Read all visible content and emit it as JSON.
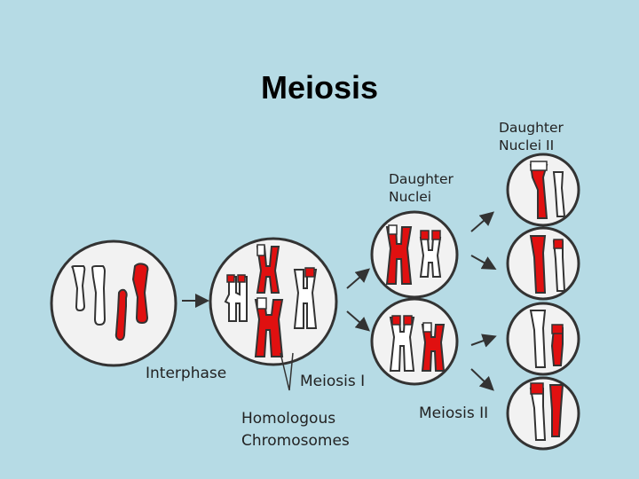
{
  "title": "Meiosis",
  "labels": {
    "interphase": "Interphase",
    "meiosis_1": "Meiosis I",
    "meiosis_2": "Meiosis II",
    "homologous_1": "Homologous",
    "homologous_2": "Chromosomes",
    "daughter_nuclei_1": "Daughter",
    "daughter_nuclei_2": "Nuclei",
    "daughter_nuclei_ii_1": "Daughter",
    "daughter_nuclei_ii_2": "Nuclei II"
  },
  "colors": {
    "background": "#b6dbe5",
    "cell_fill": "#f2f2f2",
    "red_chromosome": "#e01010",
    "white_chromosome": "#ffffff",
    "outline": "#333333"
  }
}
